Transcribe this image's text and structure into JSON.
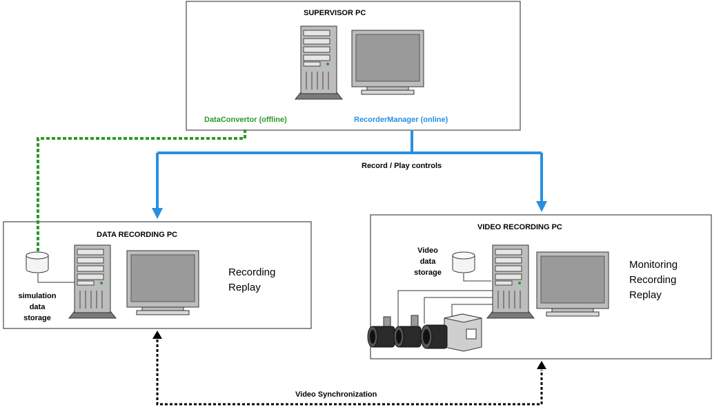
{
  "supervisor": {
    "title": "SUPERVISOR PC",
    "data_convertor": "DataConvertor (offline)",
    "recorder_manager": "RecorderManager (online)"
  },
  "data_pc": {
    "title": "DATA RECORDING PC",
    "storage_lines": [
      "simulation",
      "data",
      "storage"
    ],
    "roles": [
      "Recording",
      "Replay"
    ]
  },
  "video_pc": {
    "title": "VIDEO RECORDING PC",
    "storage_lines": [
      "Video",
      "data",
      "storage"
    ],
    "roles": [
      "Monitoring",
      "Recording",
      "Replay"
    ]
  },
  "links": {
    "controls": "Record / Play controls",
    "sync": "Video Synchronization"
  },
  "colors": {
    "control_link": "#2a8fdf",
    "offline_link": "#2a9a2a",
    "sync_link": "#000000"
  },
  "icons": [
    "tower-pc-icon",
    "monitor-icon",
    "database-icon",
    "camera-icon"
  ]
}
